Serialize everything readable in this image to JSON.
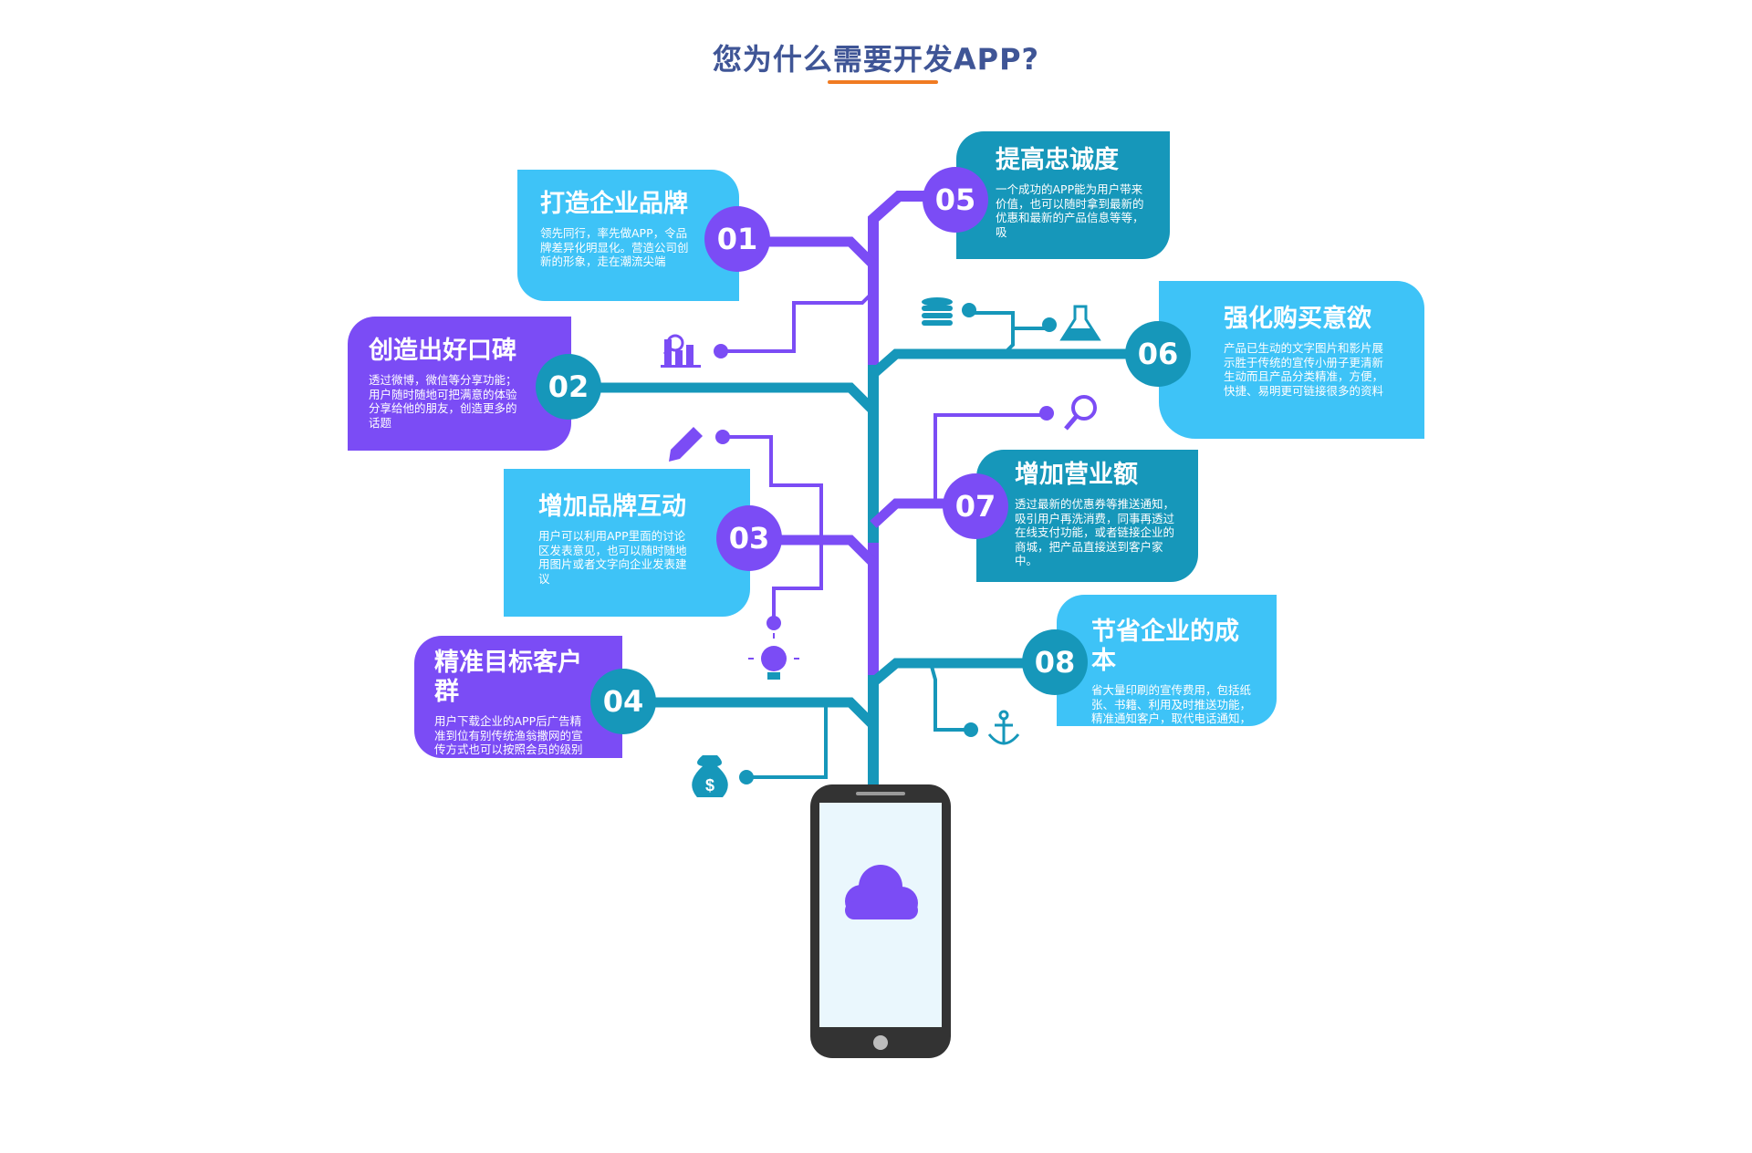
{
  "header": {
    "title": "您为什么需要开发APP?"
  },
  "colors": {
    "purple": "#7b4cf5",
    "teal": "#1697ba",
    "sky": "#3ec3f7",
    "orange": "#f07b22",
    "navy": "#3f5596",
    "phone": "#333333"
  },
  "items": [
    {
      "num": "01",
      "title": "打造企业品牌",
      "desc": "领先同行，率先做APP，令品牌差异化明显化。营造公司创新的形象，走在潮流尖端"
    },
    {
      "num": "02",
      "title": "创造出好口碑",
      "desc": "透过微博，微信等分享功能；用户随时随地可把满意的体验分享给他的朋友，创造更多的话题"
    },
    {
      "num": "03",
      "title": "增加品牌互动",
      "desc": "用户可以利用APP里面的讨论区发表意见，也可以随时随地用图片或者文字向企业发表建议"
    },
    {
      "num": "04",
      "title": "精准目标客户群",
      "desc": "用户下载企业的APP后广告精准到位有别传统渔翁撒网的宣传方式也可以按照会员的级别发针对性的广告"
    },
    {
      "num": "05",
      "title": "提高忠诚度",
      "desc": "一个成功的APP能为用户带来价值，也可以随时拿到最新的优惠和最新的产品信息等等，吸"
    },
    {
      "num": "06",
      "title": "强化购买意欲",
      "desc": "产品已生动的文字图片和影片展示胜于传统的宣传小册子更清新生动而且产品分类精准，方便，快捷、易明更可链接很多的资料"
    },
    {
      "num": "07",
      "title": "增加营业额",
      "desc": "透过最新的优惠券等推送通知，吸引用户再洗消费，同事再透过在线支付功能，或者链接企业的商城，把产品直接送到客户家中。"
    },
    {
      "num": "08",
      "title": "节省企业的成本",
      "desc": "省大量印刷的宣传费用，包括纸张、书籍、利用及时推送功能，精准通知客户，取代电话通知，以及电视、杂志等等"
    }
  ],
  "icons": [
    "chart-icon",
    "pencil-icon",
    "lightbulb-icon",
    "money-bag-icon",
    "database-icon",
    "flask-icon",
    "magnifier-icon",
    "anchor-icon",
    "cloud-icon",
    "phone-icon"
  ]
}
